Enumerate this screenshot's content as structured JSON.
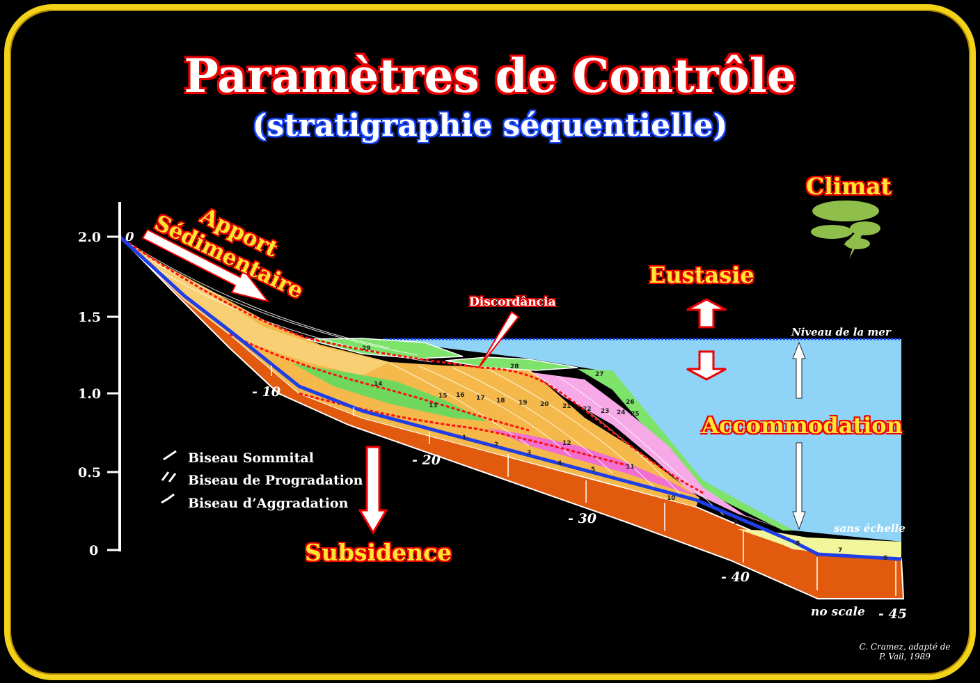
{
  "title": "Paramètres de Contrôle",
  "subtitle": "(stratigraphie séquentielle)",
  "labels": {
    "climat": "Climat",
    "eustasie": "Eustasie",
    "accommodation": "Accommodation",
    "subsidence": "Subsidence",
    "apport_1": "Apport",
    "apport_2": "Sédimentaire",
    "discordance": "Discordância",
    "sea_level": "Niveau de la mer",
    "sans_echelle": "sans échelle",
    "no_scale": "no scale"
  },
  "y_axis_ticks": [
    "2.0",
    "1.5",
    "1.0",
    "0.5",
    "0"
  ],
  "depth_labels": [
    "0",
    "- 10",
    "- 20",
    "- 30",
    "- 40",
    "- 45"
  ],
  "legend": [
    "Biseau Sommital",
    "Biseau de Progradation",
    "Biseau d’Aggradation"
  ],
  "unit_numbers": [
    "1",
    "2",
    "3",
    "4",
    "5",
    "6",
    "7",
    "8",
    "9",
    "10",
    "11",
    "12",
    "13",
    "14",
    "15",
    "16",
    "17",
    "18",
    "19",
    "20",
    "21",
    "22",
    "23",
    "24",
    "25",
    "26",
    "27",
    "28",
    "29"
  ],
  "credit_1": "C. Cramez, adapté de",
  "credit_2": "P. Vail, 1989",
  "colors": {
    "frame": "#f3d21a",
    "sea": "#8fd3f7",
    "basement": "#e25a0e",
    "blue_line": "#1f3ee6",
    "orange": "#f5b84a",
    "green": "#7de36b",
    "pink": "#f06fd0"
  }
}
